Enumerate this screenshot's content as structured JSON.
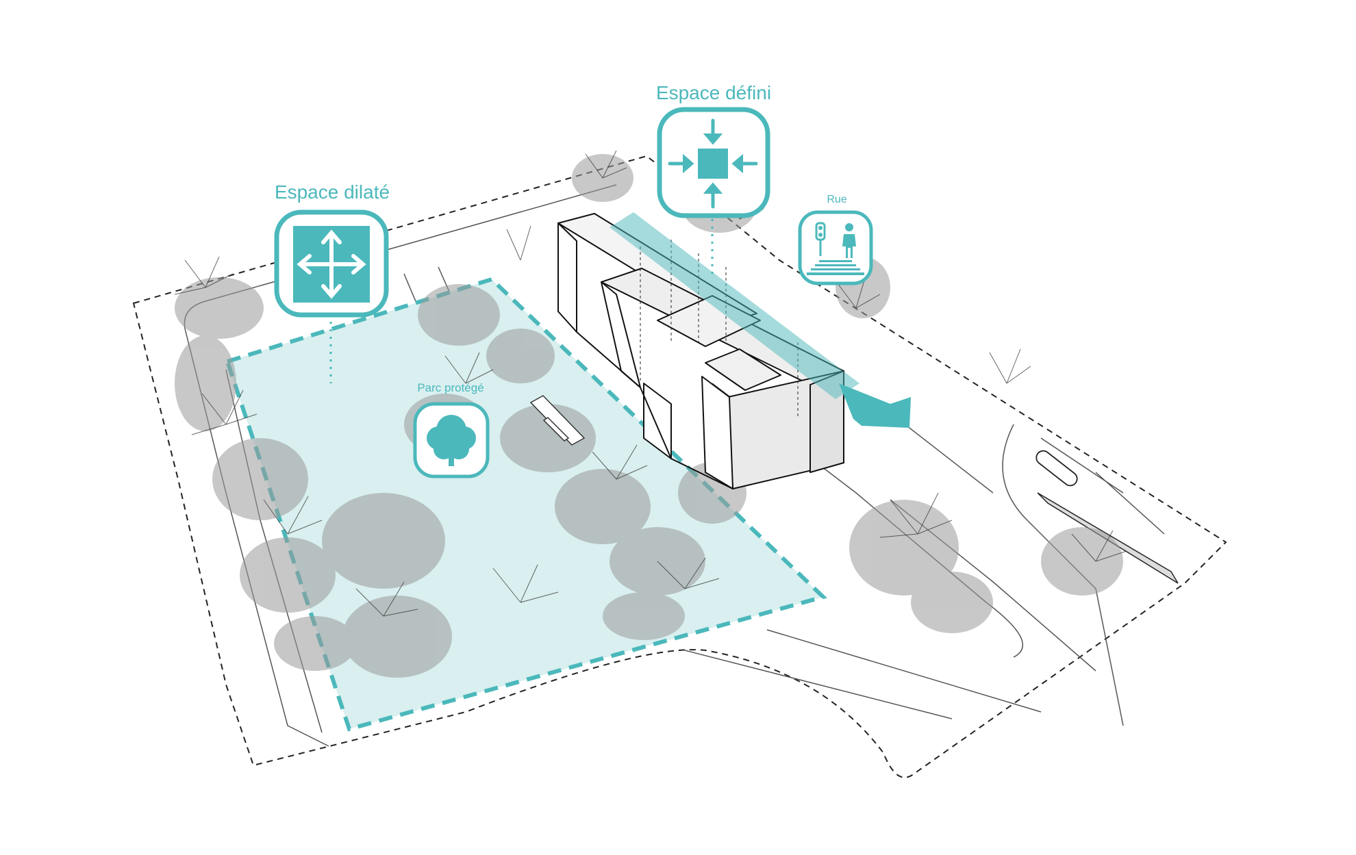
{
  "labels": {
    "espace_dilate": "Espace dilaté",
    "espace_defini": "Espace défini",
    "rue": "Rue",
    "parc_protege": "Parc protégé"
  },
  "icons": {
    "espace_dilate": "arrows-outward-icon",
    "espace_defini": "arrows-inward-icon",
    "rue": "pedestrian-crossing-icon",
    "parc_protege": "tree-icon"
  },
  "colors": {
    "accent": "#4bb8bb",
    "park_fill": "#d9eff0",
    "outline": "#222222",
    "tree_shadow": "#9a9a9a",
    "tree_branch": "#333333"
  }
}
